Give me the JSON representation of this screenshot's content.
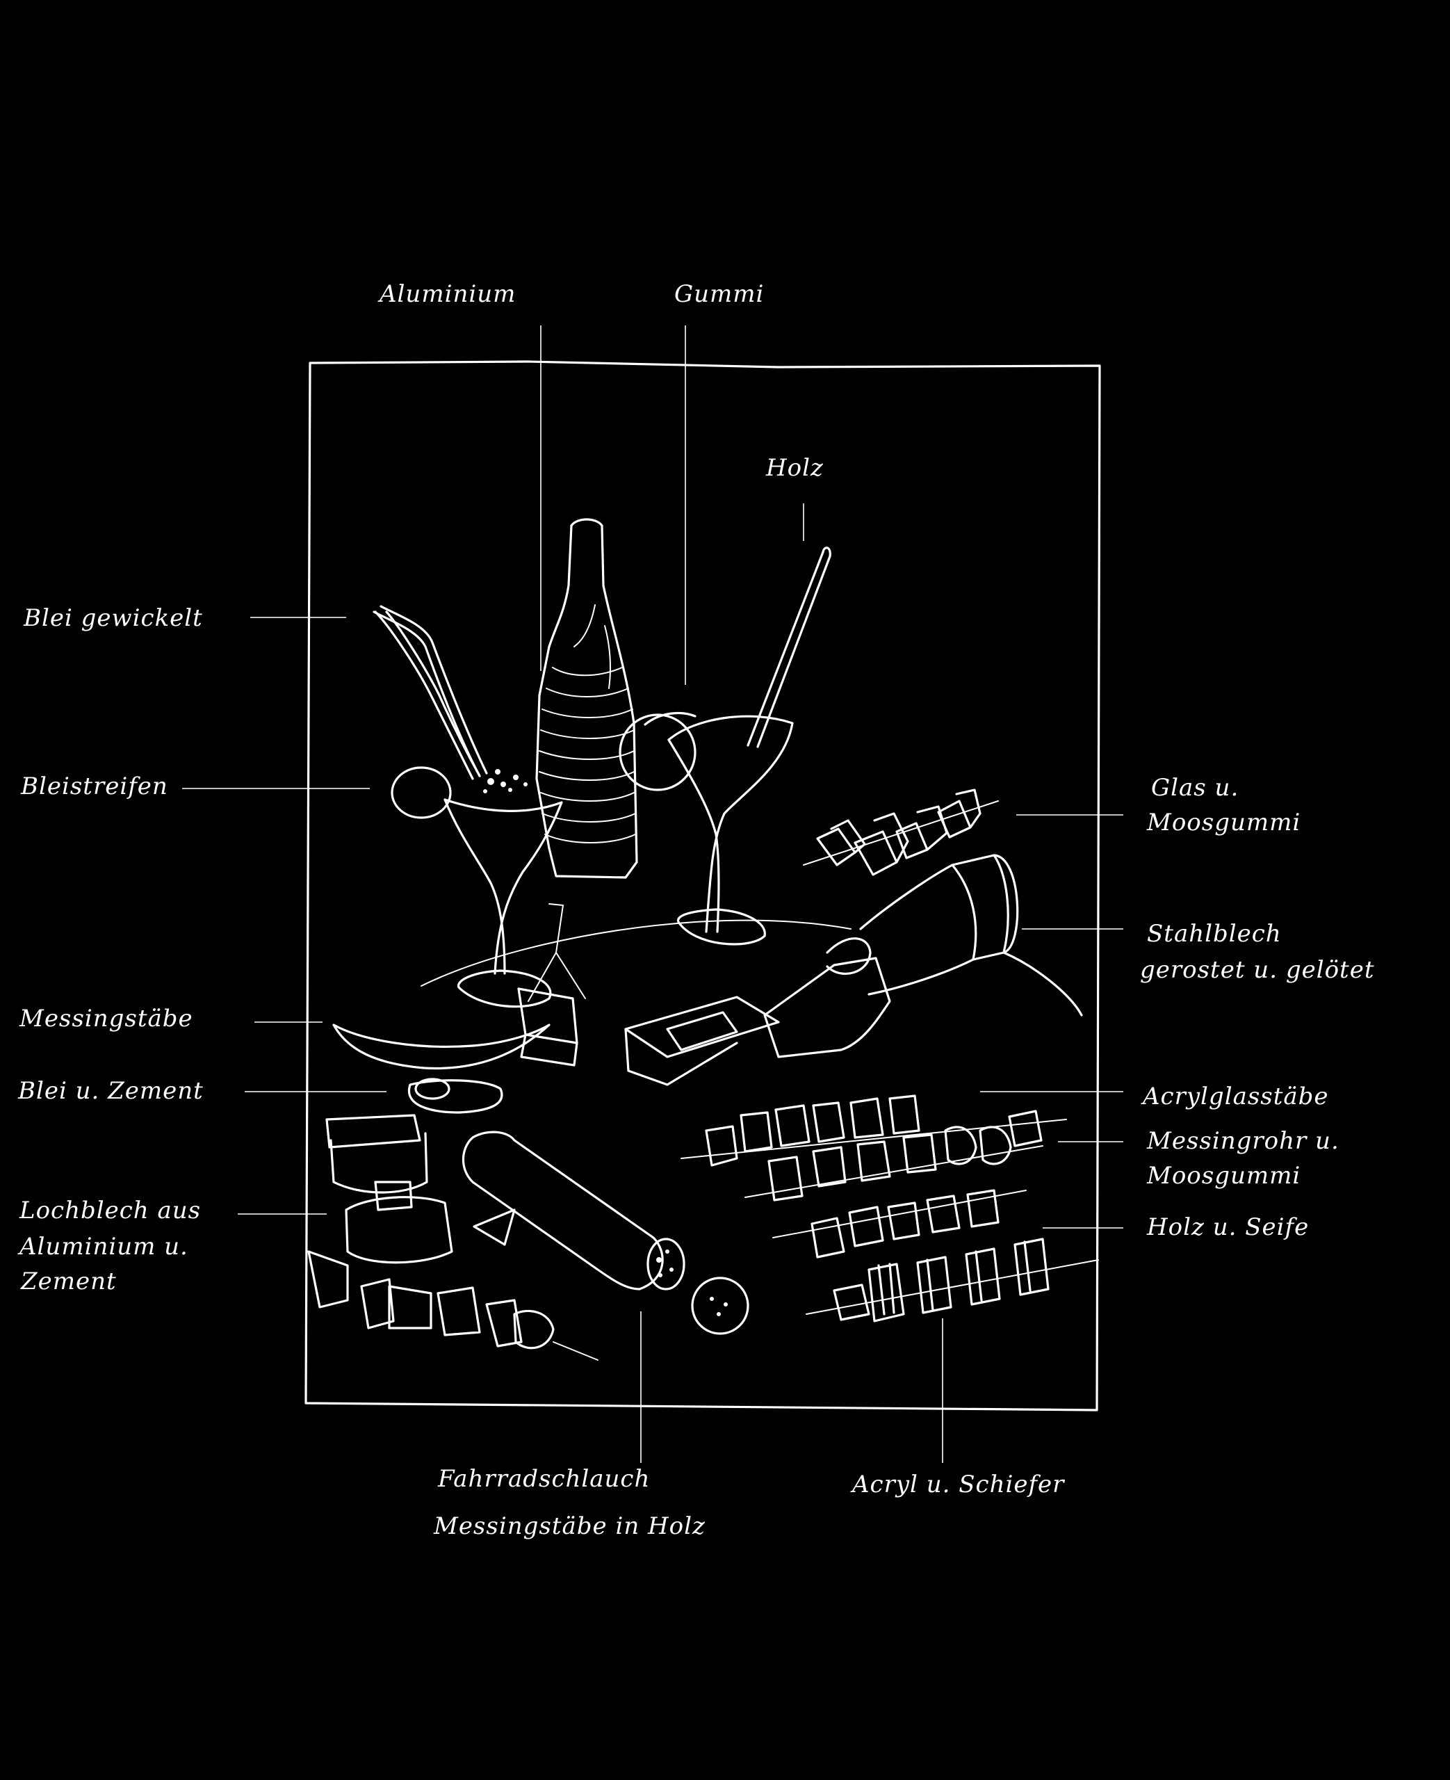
{
  "colors": {
    "background": "#000000",
    "ink": "#ffffff"
  },
  "labels": {
    "aluminium": "Aluminium",
    "gummi": "Gummi",
    "holz": "Holz",
    "blei_gewickelt": "Blei gewickelt",
    "bleistreifen": "Bleistreifen",
    "glas_moosgummi_1": "Glas u.",
    "glas_moosgummi_2": "Moosgummi",
    "stahlblech_1": "Stahlblech",
    "stahlblech_2": "gerostet u. gelötet",
    "messingstaebe": "Messingstäbe",
    "blei_zement": "Blei u. Zement",
    "acrylglasstaebe": "Acrylglasstäbe",
    "messingrohr_1": "Messingrohr u.",
    "messingrohr_2": "Moosgummi",
    "lochblech_1": "Lochblech aus",
    "lochblech_2": "Aluminium u.",
    "lochblech_3": "Zement",
    "holz_seife": "Holz u. Seife",
    "fahrradschlauch_1": "Fahrradschlauch",
    "fahrradschlauch_2": "Messingstäbe in Holz",
    "acryl_schiefer": "Acryl u. Schiefer"
  }
}
